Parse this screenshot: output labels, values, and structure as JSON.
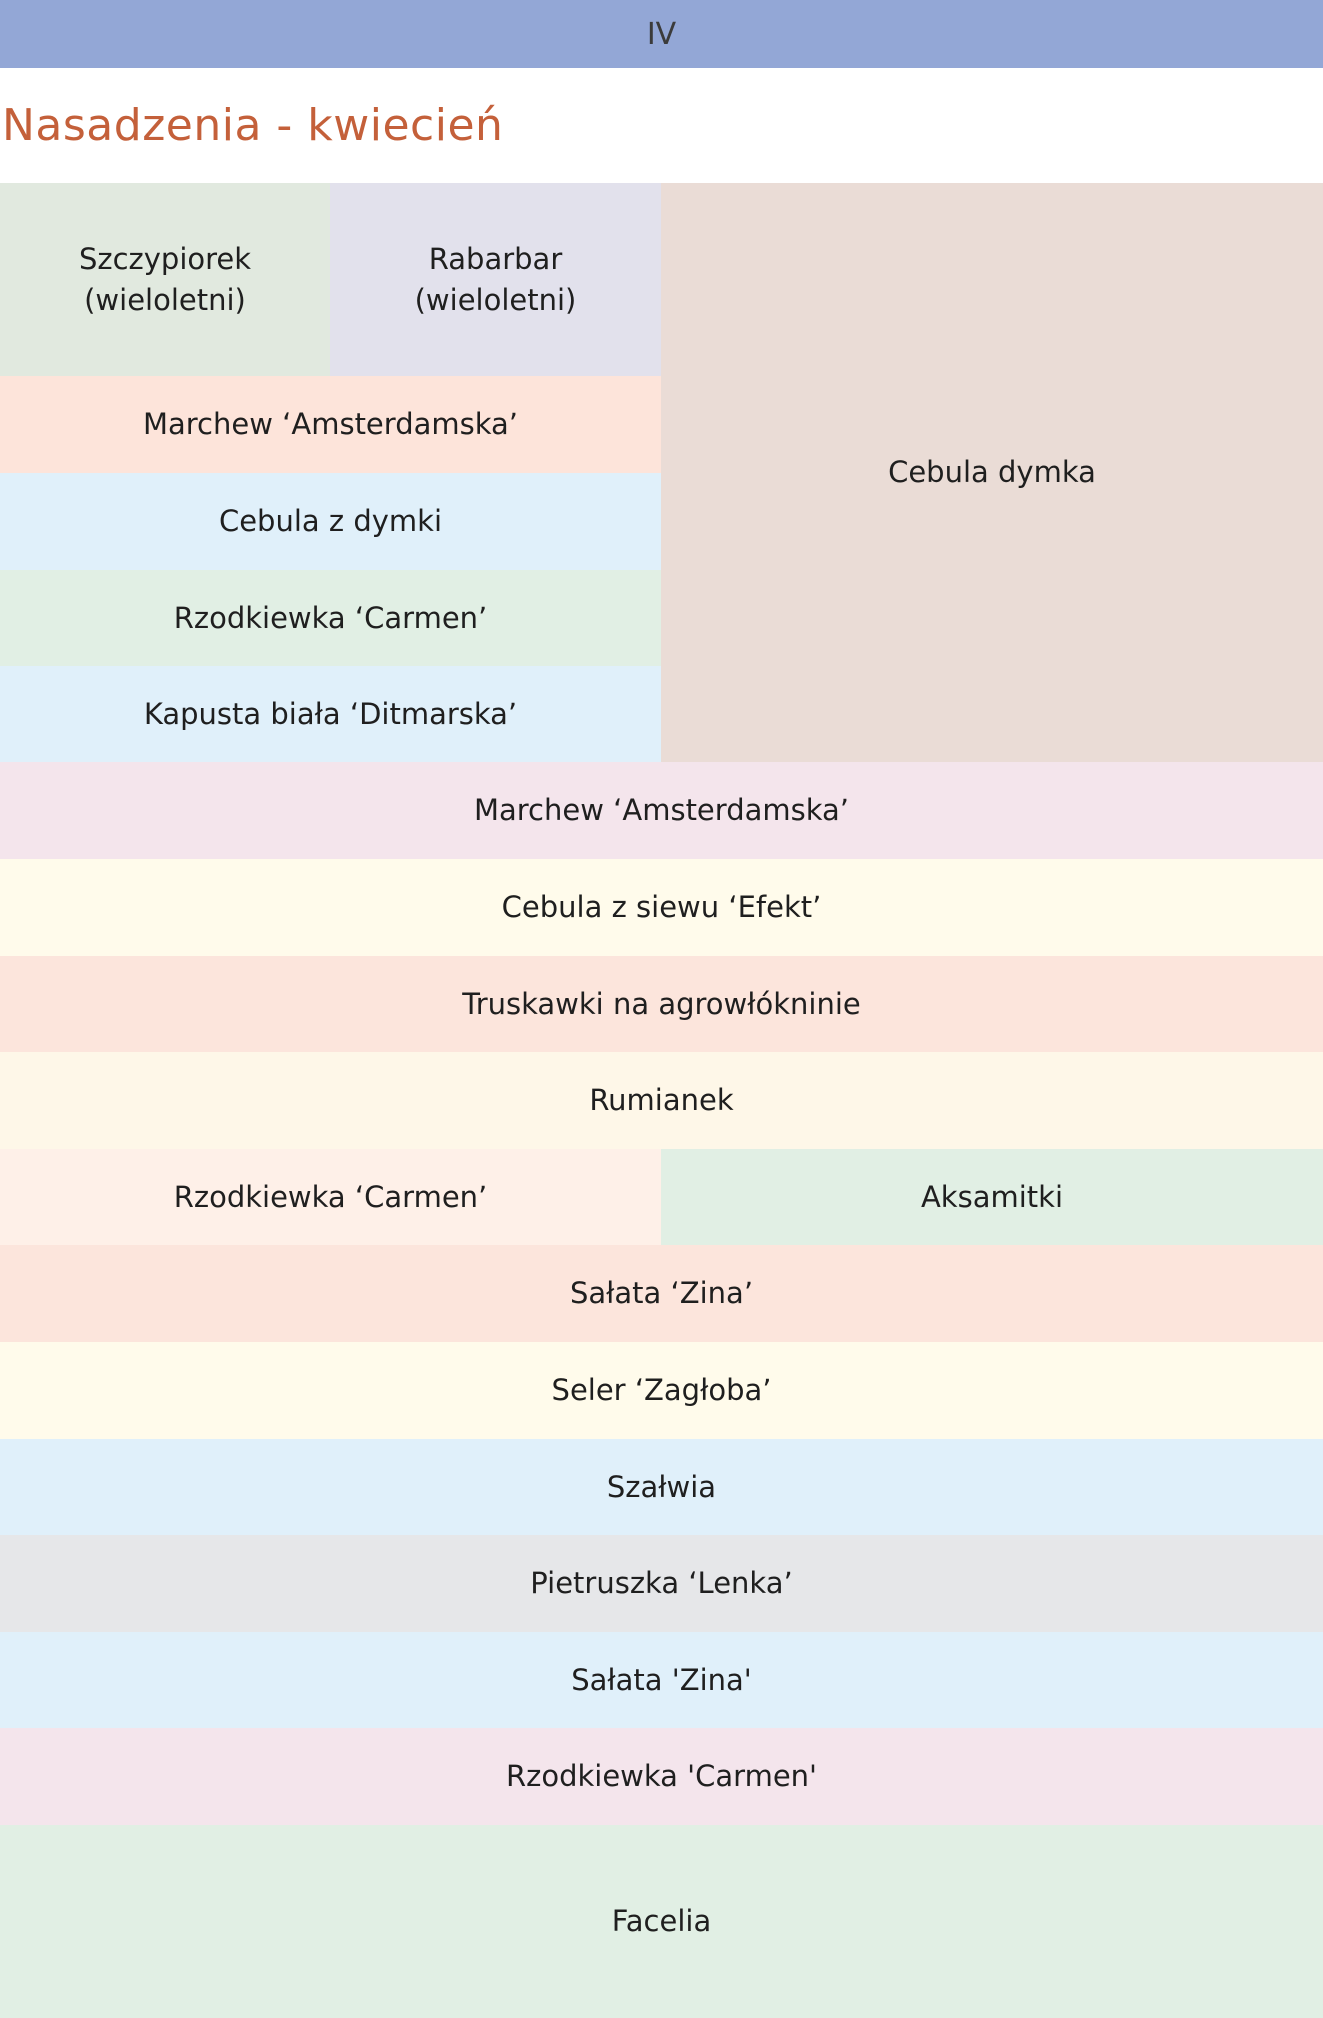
{
  "header": {
    "label": "IV"
  },
  "title": "Nasadzenia - kwiecień",
  "beds": [
    {
      "label": "Szczypiorek (wieloletni)",
      "color": "#e1e9df"
    },
    {
      "label": "Rabarbar (wieloletni)",
      "color": "#e2e1ec"
    },
    {
      "label": "Cebula dymka",
      "color": "#eadcd6"
    },
    {
      "label": "Marchew ‘Amsterdamska’",
      "color": "#fde4da"
    },
    {
      "label": "Cebula z dymki",
      "color": "#e0f0fa"
    },
    {
      "label": "Rzodkiewka ‘Carmen’",
      "color": "#e1efe4"
    },
    {
      "label": "Kapusta biała ‘Ditmarska’",
      "color": "#e0f0fa"
    },
    {
      "label": "Marchew ‘Amsterdamska’",
      "color": "#f4e5ec"
    },
    {
      "label": "Cebula z siewu ‘Efekt’",
      "color": "#fffbeb"
    },
    {
      "label": "Truskawki na agrowłókninie",
      "color": "#fce5dc"
    },
    {
      "label": "Rumianek",
      "color": "#fef7e8"
    },
    {
      "label": "Rzodkiewka ‘Carmen’",
      "color": "#fef0e8"
    },
    {
      "label": "Aksamitki",
      "color": "#e1efe4"
    },
    {
      "label": "Sałata ‘Zina’",
      "color": "#fce5dc"
    },
    {
      "label": "Seler ‘Zagłoba’",
      "color": "#fffbeb"
    },
    {
      "label": "Szałwia",
      "color": "#e0f0fa"
    },
    {
      "label": "Pietruszka ‘Lenka’",
      "color": "#e6e7e9"
    },
    {
      "label": "Sałata 'Zina'",
      "color": "#e0f0fa"
    },
    {
      "label": "Rzodkiewka 'Carmen'",
      "color": "#f4e5ec"
    },
    {
      "label": "Facelia",
      "color": "#e1efe4"
    }
  ]
}
